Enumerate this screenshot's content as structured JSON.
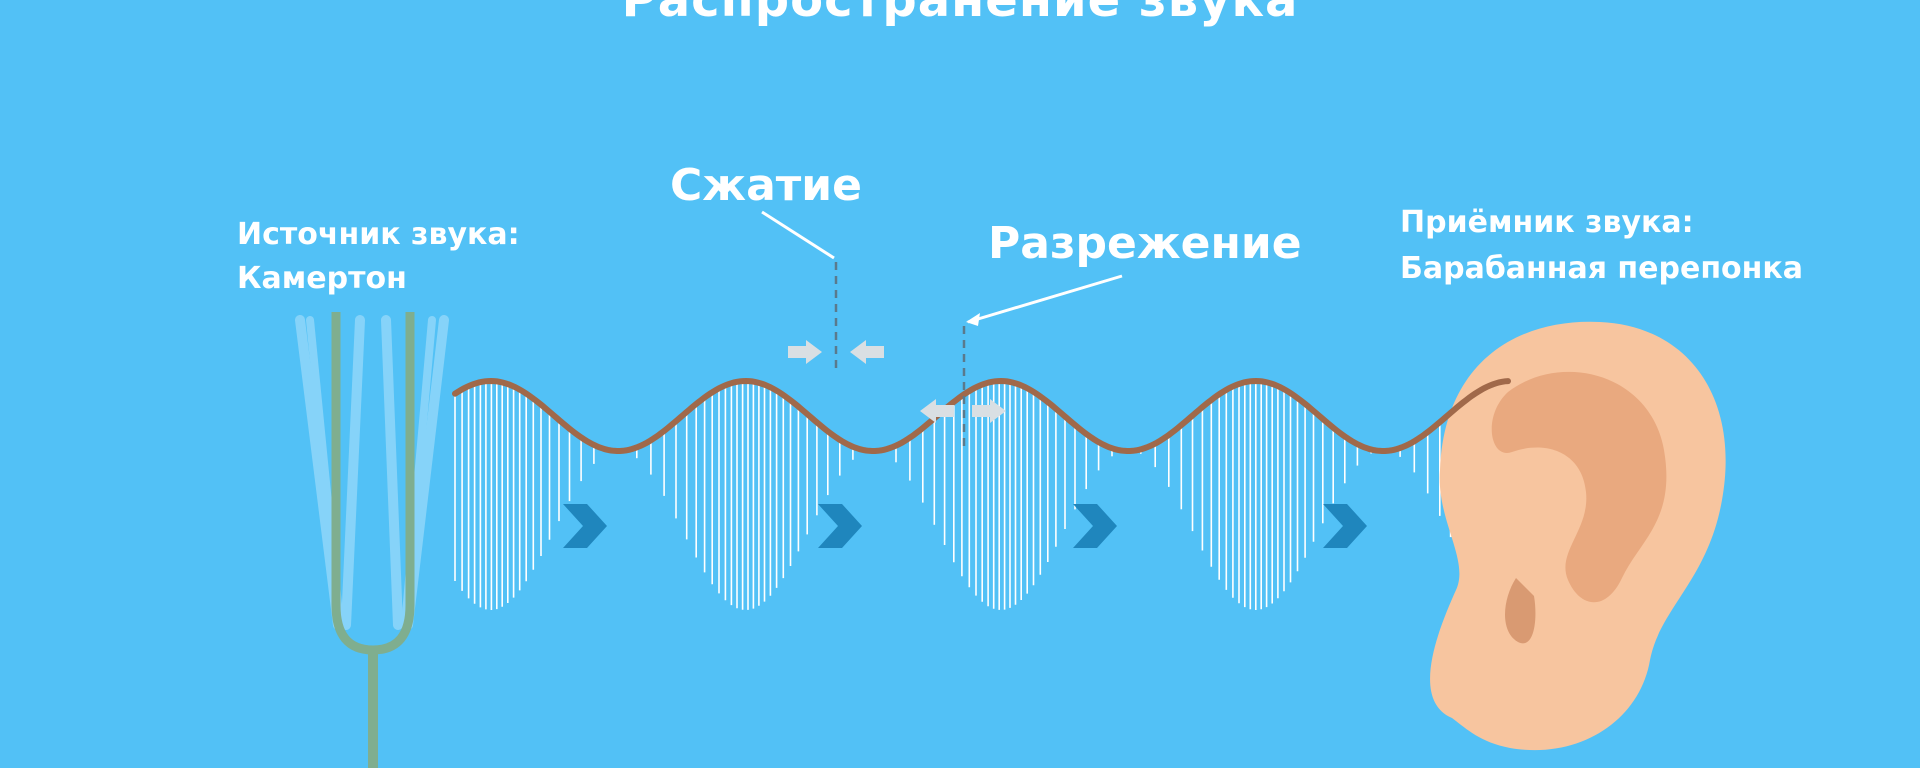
{
  "title": "Распространение звука",
  "labels": {
    "compression": "Сжатие",
    "rarefaction": "Разрежение",
    "source_line1": "Источник звука:",
    "source_line2": "Камертон",
    "receiver_line1": "Приёмник звука:",
    "receiver_line2": "Барабанная перепонка"
  },
  "colors": {
    "background": "#52c1f6",
    "wave_line": "#a0694a",
    "chevron": "#1f86bd",
    "fork": "#7fae8f",
    "ear_skin": "#f7c59f",
    "ear_inner": "#e9a97f",
    "ear_shadow": "#d99a72",
    "arrow_gray": "#d9dfe3",
    "text": "#ffffff"
  },
  "icons": [
    "tuning-fork-icon",
    "ear-icon",
    "chevron-right-icon"
  ]
}
